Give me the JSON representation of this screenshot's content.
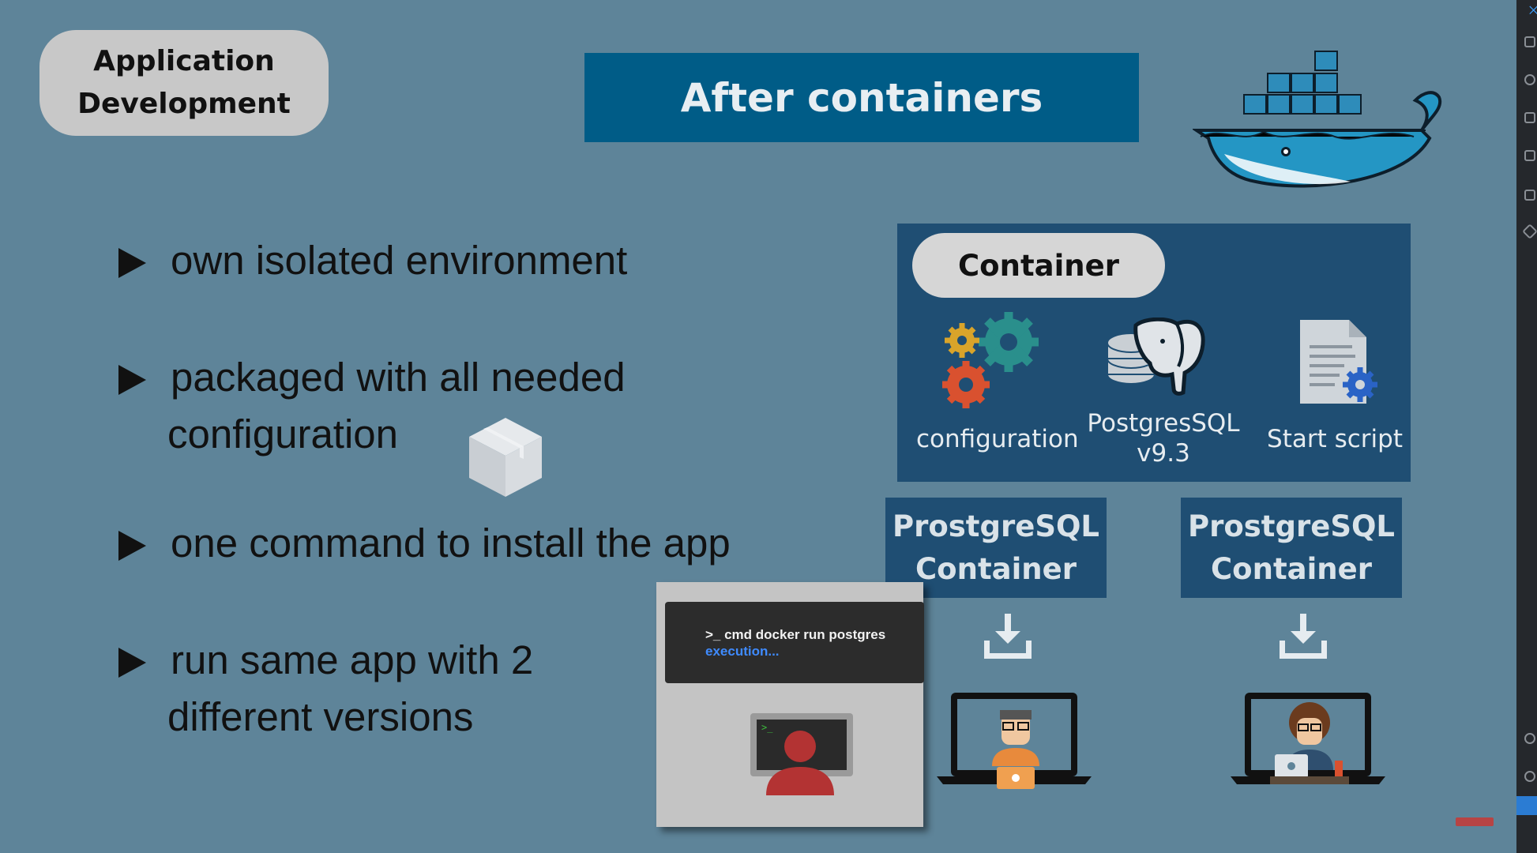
{
  "title_pill": {
    "line1": "Application",
    "line2": "Development"
  },
  "banner": {
    "text": "After containers"
  },
  "bullets": [
    {
      "line1": "own isolated environment",
      "line2": ""
    },
    {
      "line1": "packaged with all needed",
      "line2": "configuration"
    },
    {
      "line1": "one command to install the app",
      "line2": ""
    },
    {
      "line1": "run same app with 2",
      "line2": "different versions"
    }
  ],
  "container": {
    "title": "Container",
    "items": [
      {
        "label": "configuration",
        "icon": "gears-icon"
      },
      {
        "label_line1": "PostgresSQL",
        "label_line2": "v9.3",
        "icon": "postgres-elephant-icon"
      },
      {
        "label": "Start script",
        "icon": "script-document-icon"
      }
    ]
  },
  "pg_containers": [
    {
      "line1": "ProstgreSQL",
      "line2": "Container"
    },
    {
      "line1": "ProstgreSQL",
      "line2": "Container"
    }
  ],
  "terminal": {
    "command": ">_ cmd docker run postgres",
    "status": "execution..."
  },
  "colors": {
    "background": "#5e8499",
    "banner": "#005c87",
    "container_box": "#1f4e73",
    "pill": "#c8c8c8"
  }
}
